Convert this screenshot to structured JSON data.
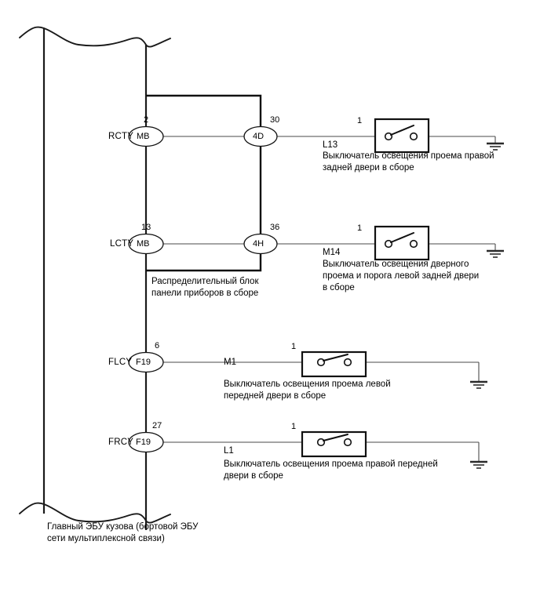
{
  "diagram": {
    "title_caption": "Главный ЭБУ кузова (бортовой ЭБУ\nсети мультиплексной связи)",
    "junction_box_label": "Распределительный блок\nпанели приборов в сборе"
  },
  "circuits": [
    {
      "signal": "RCTY",
      "left_pin": "2",
      "left_connector": "MB",
      "right_pin": "30",
      "right_connector": "4D",
      "switch_pin": "1",
      "part_code": "L13",
      "description": "Выключатель освещения проема правой\nзадней двери в сборе"
    },
    {
      "signal": "LCTY",
      "left_pin": "13",
      "left_connector": "MB",
      "right_pin": "36",
      "right_connector": "4H",
      "switch_pin": "1",
      "part_code": "M14",
      "description": "Выключатель освещения дверного\nпроема и порога левой задней двери\nв сборе"
    },
    {
      "signal": "FLCY",
      "left_pin": "6",
      "left_connector": "F19",
      "right_pin": "",
      "right_connector": "",
      "switch_pin": "1",
      "part_code": "M1",
      "description": "Выключатель освещения проема левой\nпередней двери в сборе"
    },
    {
      "signal": "FRCY",
      "left_pin": "27",
      "left_connector": "F19",
      "right_pin": "",
      "right_connector": "",
      "switch_pin": "1",
      "part_code": "L1",
      "description": "Выключатель освещения проема правой передней\nдвери в сборе"
    }
  ],
  "colors": {
    "line": "#1a1a1a",
    "wire": "#4a4a4a",
    "background": "#ffffff",
    "text": "#000000"
  }
}
